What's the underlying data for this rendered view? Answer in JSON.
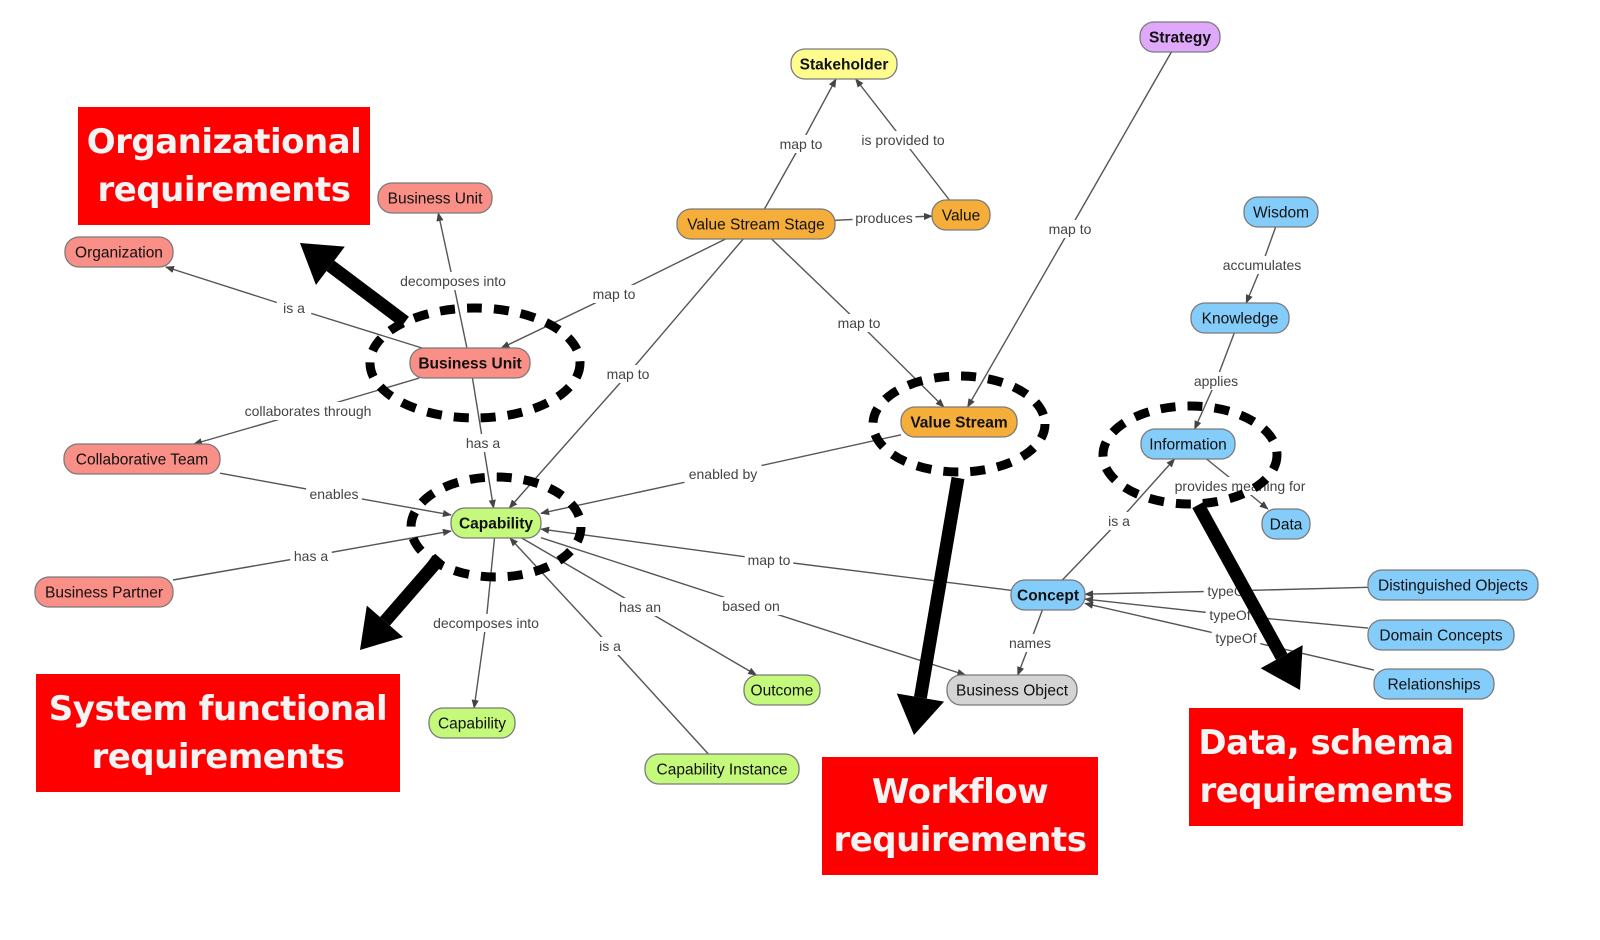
{
  "diagram": {
    "colors": {
      "organization": "#f98f86",
      "capability": "#c4f97c",
      "value": "#f6ae3a",
      "stakeholder": "#fdfc8d",
      "strategy": "#dfa8fb",
      "information": "#84cdfb",
      "business_object": "#d4d4d4",
      "callout": "#ff0000"
    },
    "nodes": [
      {
        "id": "org",
        "label": "Organization",
        "group": "organization",
        "bold": false
      },
      {
        "id": "bu_top",
        "label": "Business Unit",
        "group": "organization",
        "bold": false
      },
      {
        "id": "bu",
        "label": "Business Unit",
        "group": "organization",
        "bold": true
      },
      {
        "id": "team",
        "label": "Collaborative Team",
        "group": "organization",
        "bold": false
      },
      {
        "id": "partner",
        "label": "Business Partner",
        "group": "organization",
        "bold": false
      },
      {
        "id": "cap",
        "label": "Capability",
        "group": "capability",
        "bold": true
      },
      {
        "id": "cap_sub",
        "label": "Capability",
        "group": "capability",
        "bold": false
      },
      {
        "id": "cap_inst",
        "label": "Capability Instance",
        "group": "capability",
        "bold": false
      },
      {
        "id": "outcome",
        "label": "Outcome",
        "group": "capability",
        "bold": false
      },
      {
        "id": "stake",
        "label": "Stakeholder",
        "group": "stakeholder",
        "bold": true
      },
      {
        "id": "vss",
        "label": "Value Stream Stage",
        "group": "value",
        "bold": false
      },
      {
        "id": "value",
        "label": "Value",
        "group": "value",
        "bold": false
      },
      {
        "id": "vs",
        "label": "Value Stream",
        "group": "value",
        "bold": true
      },
      {
        "id": "strategy",
        "label": "Strategy",
        "group": "strategy",
        "bold": true
      },
      {
        "id": "wisdom",
        "label": "Wisdom",
        "group": "information",
        "bold": false
      },
      {
        "id": "knowledge",
        "label": "Knowledge",
        "group": "information",
        "bold": false
      },
      {
        "id": "info",
        "label": "Information",
        "group": "information",
        "bold": false
      },
      {
        "id": "data",
        "label": "Data",
        "group": "information",
        "bold": false
      },
      {
        "id": "concept",
        "label": "Concept",
        "group": "information",
        "bold": true
      },
      {
        "id": "dist",
        "label": "Distinguished Objects",
        "group": "information",
        "bold": false
      },
      {
        "id": "domain",
        "label": "Domain Concepts",
        "group": "information",
        "bold": false
      },
      {
        "id": "rel",
        "label": "Relationships",
        "group": "information",
        "bold": false
      },
      {
        "id": "bobj",
        "label": "Business Object",
        "group": "business_object",
        "bold": false
      }
    ],
    "edges": [
      {
        "from": "bu",
        "to": "org",
        "label": "is a"
      },
      {
        "from": "bu",
        "to": "bu_top",
        "label": "decomposes into"
      },
      {
        "from": "bu",
        "to": "team",
        "label": "collaborates through"
      },
      {
        "from": "bu",
        "to": "cap",
        "label": "has a"
      },
      {
        "from": "team",
        "to": "cap",
        "label": "enables"
      },
      {
        "from": "partner",
        "to": "cap",
        "label": "has a"
      },
      {
        "from": "cap",
        "to": "cap_sub",
        "label": "decomposes into"
      },
      {
        "from": "cap_inst",
        "to": "cap",
        "label": "is a"
      },
      {
        "from": "cap",
        "to": "outcome",
        "label": "has an"
      },
      {
        "from": "cap",
        "to": "bobj",
        "label": "based on"
      },
      {
        "from": "concept",
        "to": "cap",
        "label": "map to"
      },
      {
        "from": "vss",
        "to": "stake",
        "label": "map to"
      },
      {
        "from": "value",
        "to": "stake",
        "label": "is provided to"
      },
      {
        "from": "vss",
        "to": "value",
        "label": "produces"
      },
      {
        "from": "vss",
        "to": "bu",
        "label": "map to"
      },
      {
        "from": "vss",
        "to": "cap",
        "label": "map to"
      },
      {
        "from": "vss",
        "to": "vs",
        "label": "map to"
      },
      {
        "from": "strategy",
        "to": "vs",
        "label": "map to"
      },
      {
        "from": "vs",
        "to": "cap",
        "label": "enabled by"
      },
      {
        "from": "wisdom",
        "to": "knowledge",
        "label": "accumulates"
      },
      {
        "from": "knowledge",
        "to": "info",
        "label": "applies"
      },
      {
        "from": "info",
        "to": "data",
        "label": "provides meaning for"
      },
      {
        "from": "concept",
        "to": "info",
        "label": "is a"
      },
      {
        "from": "concept",
        "to": "bobj",
        "label": "names"
      },
      {
        "from": "dist",
        "to": "concept",
        "label": "typeOf"
      },
      {
        "from": "domain",
        "to": "concept",
        "label": "typeOf"
      },
      {
        "from": "rel",
        "to": "concept",
        "label": "typeOf"
      }
    ],
    "highlights": [
      {
        "target": "bu",
        "callout": "Organizational requirements"
      },
      {
        "target": "cap",
        "callout": "System functional requirements"
      },
      {
        "target": "vs",
        "callout": "Workflow requirements"
      },
      {
        "target": "info",
        "callout": "Data, schema requirements"
      }
    ]
  },
  "callouts": {
    "organizational": {
      "line1": "Organizational",
      "line2": "requirements"
    },
    "system_functional": {
      "line1": "System functional",
      "line2": "requirements"
    },
    "workflow": {
      "line1": "Workflow",
      "line2": "requirements"
    },
    "data_schema": {
      "line1": "Data, schema",
      "line2": "requirements"
    }
  }
}
